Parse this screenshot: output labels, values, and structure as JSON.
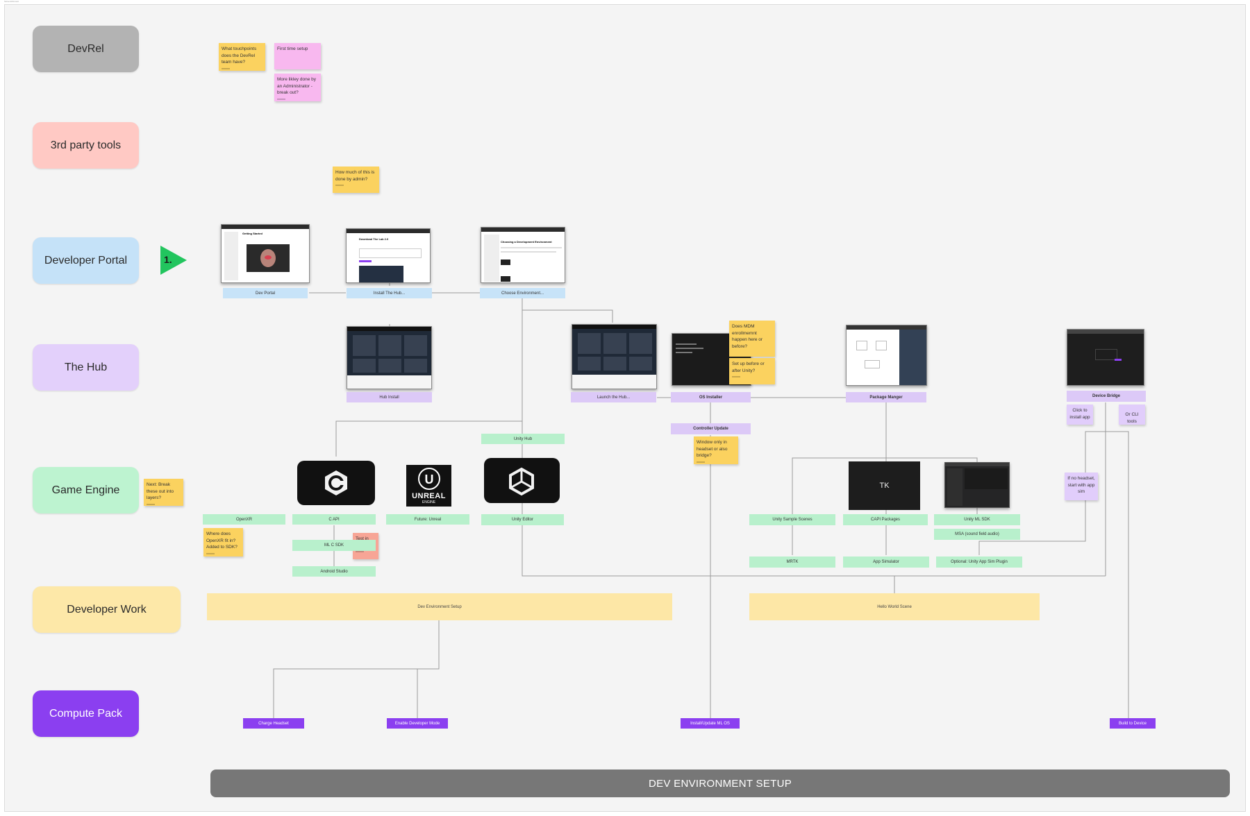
{
  "corner_label": "Screenshot-text",
  "lanes": {
    "devrel": "DevRel",
    "third_party": "3rd party tools",
    "dev_portal": "Developer Portal",
    "hub": "The Hub",
    "game_engine": "Game Engine",
    "dev_work": "Developer Work",
    "compute_pack": "Compute Pack"
  },
  "start_marker": "1.",
  "portal": {
    "dev_portal": "Dev Portal",
    "install_hub": "Install The Hub...",
    "choose_env": "Choose Environment...",
    "shot_getting_started": "Getting Started",
    "shot_download": "Download The Lab 2.0",
    "shot_choosing": "Choosing a Development Environment"
  },
  "hub": {
    "hub_install": "Hub Install",
    "launch_hub": "Launch the Hub...",
    "os_installer": "OS Installer",
    "package_manager": "Package Manger",
    "device_bridge": "Device Bridge",
    "controller_update": "Controller Update",
    "click_install_app": "Click to install app",
    "cli_tools": "Or CLI tools"
  },
  "engine": {
    "unity_hub": "Unity Hub",
    "openxr": "OpenXR",
    "c_api": "C API",
    "ml_c_sdk": "ML C SDK",
    "android_studio": "Android Studio",
    "future_unreal": "Future: Unreal",
    "unity_editor": "Unity Editor",
    "unity_sample_scenes": "Unity Sample Scenes",
    "capi_packages": "CAPI Packages",
    "unity_ml_sdk": "Unity ML SDK",
    "msa": "MSA (sound field audio)",
    "mrtk": "MRTK",
    "app_simulator": "App Simulator",
    "optional_plugin": "Optional: Unity App Sim Plugin",
    "tk_tile": "TK",
    "unreal_word": "UNREAL",
    "unreal_engine": "ENGINE"
  },
  "dev_work": {
    "dev_env_setup": "Dev Environment Setup",
    "hello_world": "Hello World Scene"
  },
  "compute": {
    "charge_headset": "Charge Headset",
    "enable_dev_mode": "Enable Developer Mode",
    "install_ml_os": "Install/Update ML OS",
    "build_to_device": "Build to Device"
  },
  "stickies": {
    "touchpoints": "What touchpoints does the DevRel team have?",
    "first_time": "First time setup",
    "admin": "More likley done by an Administrator - break out?",
    "how_much_admin": "How much of this is done by admin?",
    "mdm": "Does MDM enrollmemnt happen here or before?",
    "setup_before": "Set up before or after Unity?",
    "window_only": "Window only in headset or also bridge?",
    "break_out": "Next: Break these out into layers?",
    "openxr_fit": "Where does OpenXR fit in? Added to SDK?",
    "test_ci": "Test in CI?",
    "no_headset": "If no headset, start with app sim"
  },
  "footer": "DEV ENVIRONMENT SETUP",
  "colors": {
    "lane_devrel": "#b3b3b3",
    "lane_third_party": "#ffc9c4",
    "lane_portal": "#c5e2f8",
    "lane_hub": "#e3d0fb",
    "lane_engine": "#bdf3d0",
    "lane_dev_work": "#fde8a8",
    "lane_compute": "#8b3ff0",
    "start_marker": "#22c55e",
    "footer_bar": "#777777"
  }
}
